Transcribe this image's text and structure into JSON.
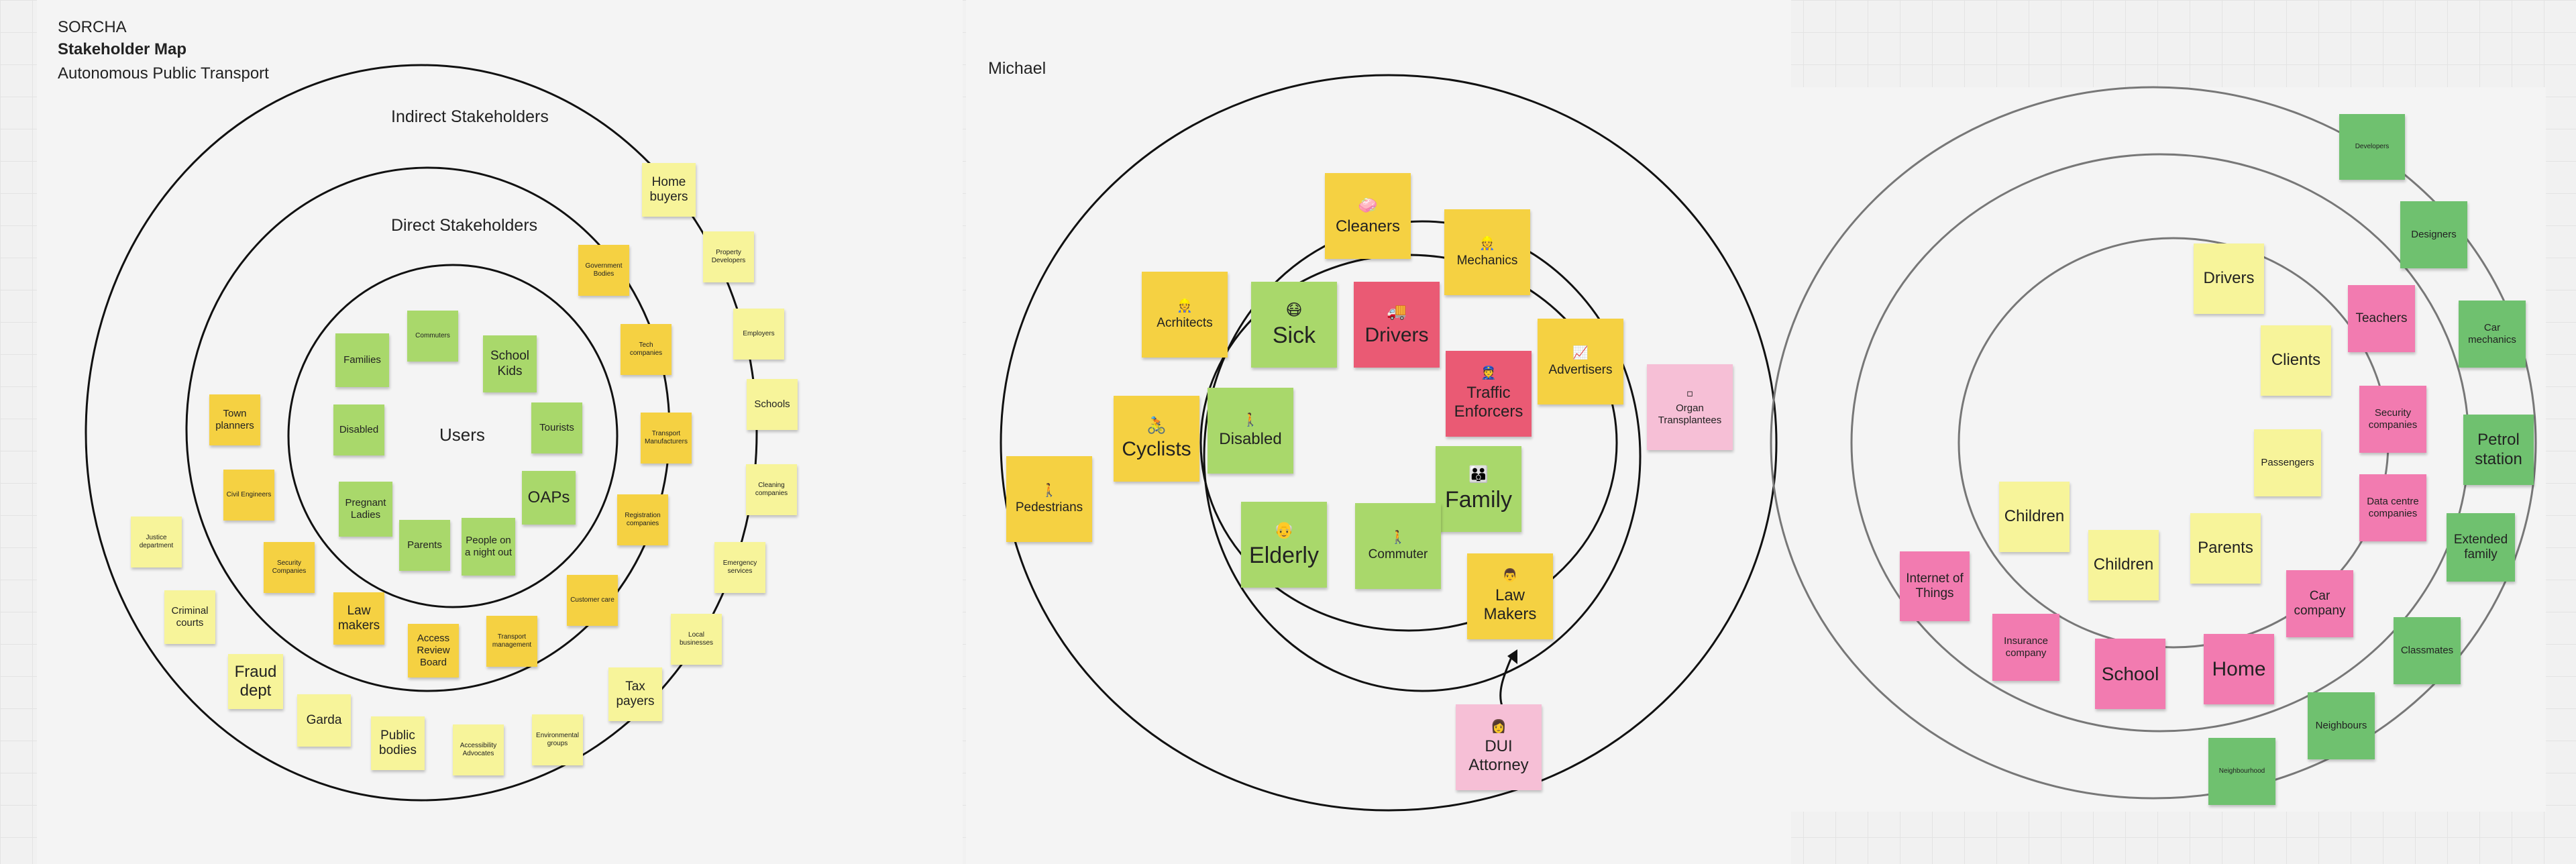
{
  "colors": {
    "yellow": "#f5d142",
    "light_yellow": "#f7f49a",
    "green": "#a9d86b",
    "dark_green": "#6fc16f",
    "pink": "#f27bb0",
    "light_pink": "#f6bfd6",
    "red": "#ea5a74",
    "ring_line": "#111111"
  },
  "left_board": {
    "author": "SORCHA",
    "title": "Stakeholder Map",
    "subtitle": "Autonomous Public Transport",
    "outer_label": "Indirect Stakeholders",
    "middle_label": "Direct Stakeholders",
    "center_label": "Users",
    "users": [
      "Commuters",
      "Families",
      "School Kids",
      "Disabled",
      "Tourists",
      "Pregnant Ladies",
      "OAPs",
      "Parents",
      "People on a night out"
    ],
    "direct": [
      "Town planners",
      "Civil Engineers",
      "Security Companies",
      "Law makers",
      "Access Review Board",
      "Transport management",
      "Customer care",
      "Registration companies",
      "Transport Manufacturers",
      "Tech companies",
      "Government Bodies"
    ],
    "indirect": [
      "Home buyers",
      "Property Developers",
      "Employers",
      "Schools",
      "Cleaning companies",
      "Emergency services",
      "Local businesses",
      "Tax payers",
      "Environmental groups",
      "Accessibility Advocates",
      "Public bodies",
      "Garda",
      "Fraud dept",
      "Criminal courts",
      "Justice department"
    ]
  },
  "middle_board": {
    "author": "Michael",
    "stickies": [
      {
        "label": "Cleaners",
        "icon": "soap-emoji",
        "emoji": "🧼"
      },
      {
        "label": "Mechanics",
        "icon": "mechanic-emoji",
        "emoji": "👷"
      },
      {
        "label": "Acrhitects",
        "icon": "architect-emoji",
        "emoji": "👷"
      },
      {
        "label": "Sick",
        "icon": "mask-face-emoji",
        "emoji": "😷"
      },
      {
        "label": "Drivers",
        "icon": "truck-emoji",
        "emoji": "🚚"
      },
      {
        "label": "Advertisers",
        "icon": "chart-emoji",
        "emoji": "📈"
      },
      {
        "label": "Organ Transplantees",
        "icon": "organ-emoji",
        "emoji": "▫"
      },
      {
        "label": "Traffic Enforcers",
        "icon": "police-emoji",
        "emoji": "👮"
      },
      {
        "label": "Cyclists",
        "icon": "cyclist-emoji",
        "emoji": "🚴"
      },
      {
        "label": "Disabled",
        "icon": "walking-person-emoji",
        "emoji": "🚶"
      },
      {
        "label": "Family",
        "icon": "family-emoji",
        "emoji": "👪"
      },
      {
        "label": "Pedestrians",
        "icon": "pedestrian-emoji",
        "emoji": "🚶"
      },
      {
        "label": "Elderly",
        "icon": "elderly-emoji",
        "emoji": "👴"
      },
      {
        "label": "Commuter",
        "icon": "walking-emoji",
        "emoji": "🚶"
      },
      {
        "label": "Law Makers",
        "icon": "judge-emoji",
        "emoji": "👨"
      },
      {
        "label": "DUI Attorney",
        "icon": "lawyer-emoji",
        "emoji": "👩"
      }
    ]
  },
  "right_board": {
    "stickies": [
      "Developers",
      "Designers",
      "Car mechanics",
      "Petrol station",
      "Extended family",
      "Classmates",
      "Neighbours",
      "Neighbourhood",
      "Drivers",
      "Clients",
      "Teachers",
      "Security companies",
      "Data centre companies",
      "Passengers",
      "Parents",
      "Children",
      "Children",
      "Car company",
      "Home",
      "School",
      "Insurance company",
      "Internet of Things"
    ]
  }
}
